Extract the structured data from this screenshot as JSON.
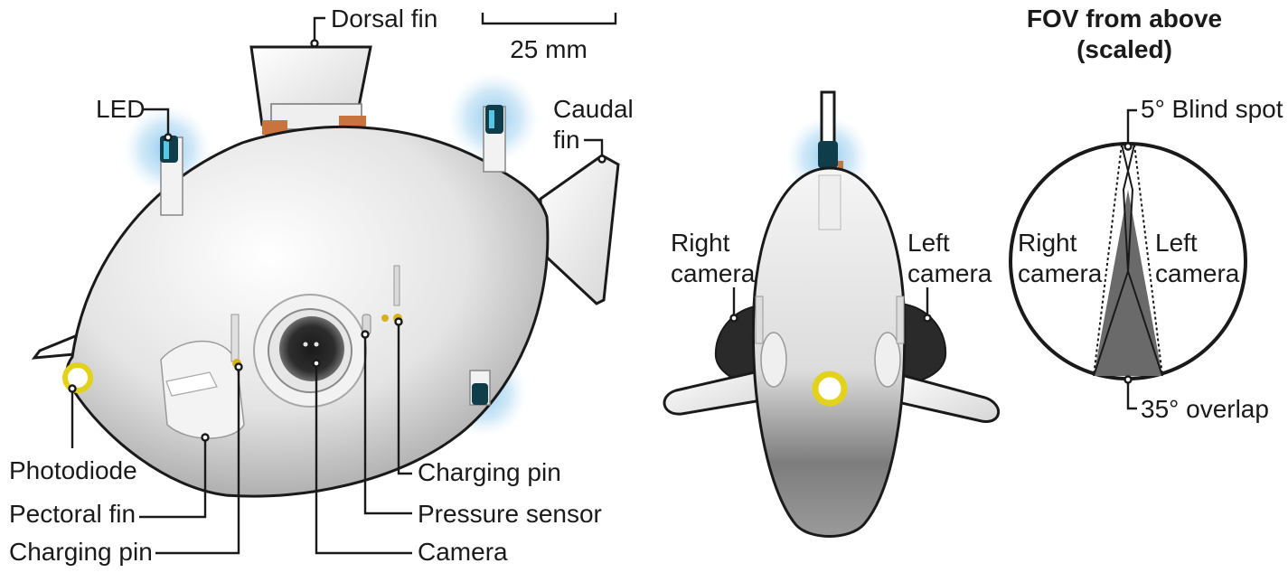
{
  "colors": {
    "body_light": "#ffffff",
    "body_mid": "#d9d9d9",
    "body_dark": "#8c8c8c",
    "led_glow": "#9ecff0",
    "led_core": "#0f3d4a",
    "copper": "#c9743f",
    "photodiode_ring": "#e3d21a",
    "charging_pin": "#d9b21a",
    "fov_fill": "#6a6a6a",
    "ink": "#1a1a1a"
  },
  "scale_bar": {
    "label": "25 mm"
  },
  "side_view": {
    "labels": {
      "dorsal_fin": "Dorsal fin",
      "led": "LED",
      "caudal_fin_line1": "Caudal",
      "caudal_fin_line2": "fin",
      "photodiode": "Photodiode",
      "pectoral_fin": "Pectoral fin",
      "charging_pin_left": "Charging pin",
      "charging_pin_right": "Charging pin",
      "pressure_sensor": "Pressure sensor",
      "camera": "Camera"
    }
  },
  "front_view": {
    "labels": {
      "right_camera_line1": "Right",
      "right_camera_line2": "camera",
      "left_camera_line1": "Left",
      "left_camera_line2": "camera"
    }
  },
  "fov_panel": {
    "title_line1": "FOV from above",
    "title_line2": "(scaled)",
    "blind_spot": "5° Blind spot",
    "overlap": "35° overlap",
    "right_camera_line1": "Right",
    "right_camera_line2": "camera",
    "left_camera_line1": "Left",
    "left_camera_line2": "camera"
  }
}
